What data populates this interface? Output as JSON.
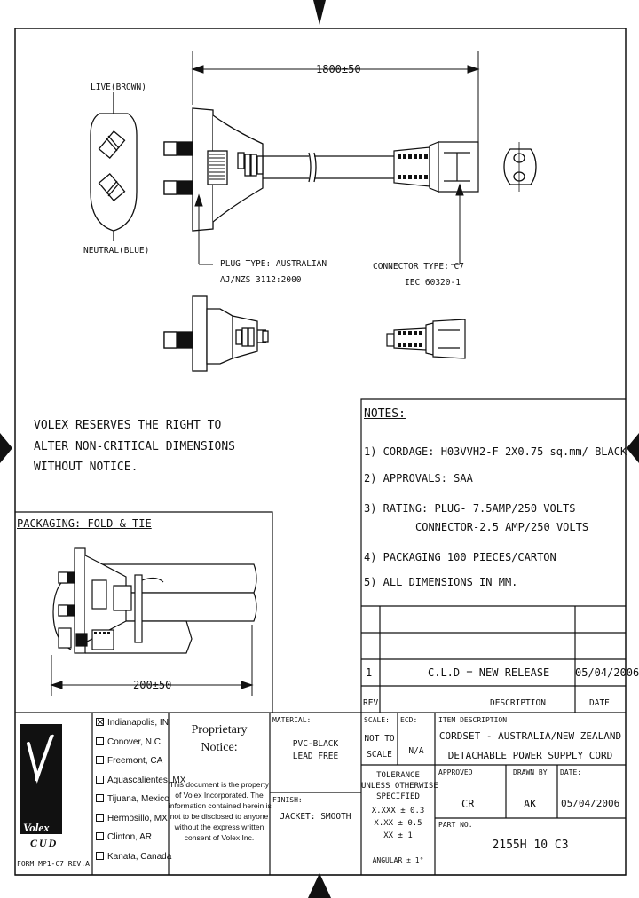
{
  "drawing": {
    "dimension_length": "1800±50",
    "live_label": "LIVE(BROWN)",
    "neutral_label": "NEUTRAL(BLUE)",
    "plug_type_line1": "PLUG TYPE: AUSTRALIAN",
    "plug_type_line2": "AJ/NZS 3112:2000",
    "connector_type_line1": "CONNECTOR TYPE: C7",
    "connector_type_line2": "IEC 60320-1"
  },
  "disclaimer": {
    "line1": "VOLEX RESERVES THE RIGHT TO",
    "line2": "ALTER NON-CRITICAL DIMENSIONS",
    "line3": "WITHOUT NOTICE."
  },
  "packaging": {
    "title": "PACKAGING: FOLD & TIE",
    "dimension": "200±50"
  },
  "notes": {
    "title": "NOTES:",
    "items": [
      "1) CORDAGE: H03VVH2-F  2X0.75 sq.mm/ BLACK",
      "2) APPROVALS: SAA",
      "3) RATING: PLUG- 7.5AMP/250 VOLTS",
      "CONNECTOR-2.5 AMP/250 VOLTS",
      "4) PACKAGING 100 PIECES/CARTON",
      "5) ALL DIMENSIONS IN MM."
    ]
  },
  "revisions": {
    "rows": [
      {
        "rev": "1",
        "description": "C.L.D = NEW RELEASE",
        "date": "05/04/2006"
      }
    ],
    "headers": {
      "rev": "REV",
      "description": "DESCRIPTION",
      "date": "DATE"
    }
  },
  "title_block": {
    "logo_brand": "Volex",
    "logo_sub": "CUD",
    "locations": [
      {
        "name": "Indianapolis, IN",
        "checked": true
      },
      {
        "name": "Conover, N.C.",
        "checked": false
      },
      {
        "name": "Freemont, CA",
        "checked": false
      },
      {
        "name": "Aguascalientes, MX",
        "checked": false
      },
      {
        "name": "Tijuana, Mexico",
        "checked": false
      },
      {
        "name": "Hermosillo, MX",
        "checked": false
      },
      {
        "name": "Clinton, AR",
        "checked": false
      },
      {
        "name": "Kanata, Canada",
        "checked": false
      }
    ],
    "form_number": "FORM MP1-C7 REV.A",
    "proprietary_title_1": "Proprietary",
    "proprietary_title_2": "Notice:",
    "proprietary_text": [
      "This document is the property",
      "of Volex Incorporated.  The",
      "information contained herein is",
      "not to be disclosed to anyone",
      "without the express written",
      "consent of Volex Inc."
    ],
    "material_label": "MATERIAL:",
    "material_value_1": "PVC-BLACK",
    "material_value_2": "LEAD FREE",
    "finish_label": "FINISH:",
    "finish_value": "JACKET: SMOOTH",
    "scale_label": "SCALE:",
    "scale_value_1": "NOT TO",
    "scale_value_2": "SCALE",
    "ecd_label": "ECD:",
    "ecd_value": "N/A",
    "tolerance_lines": [
      "TOLERANCE",
      "UNLESS OTHERWISE",
      "SPECIFIED"
    ],
    "tolerance_values": [
      "X.XXX ± 0.3",
      "X.XX ± 0.5",
      "XX ± 1"
    ],
    "angular": "ANGULAR ± 1°",
    "item_desc_label": "ITEM DESCRIPTION",
    "item_desc_1": "CORDSET - AUSTRALIA/NEW ZEALAND",
    "item_desc_2": "DETACHABLE POWER SUPPLY CORD",
    "approved_label": "APPROVED",
    "approved_value": "CR",
    "drawn_label": "DRAWN BY",
    "drawn_value": "AK",
    "date_label": "DATE:",
    "date_value": "05/04/2006",
    "part_label": "PART NO.",
    "part_value": "2155H 10 C3"
  }
}
